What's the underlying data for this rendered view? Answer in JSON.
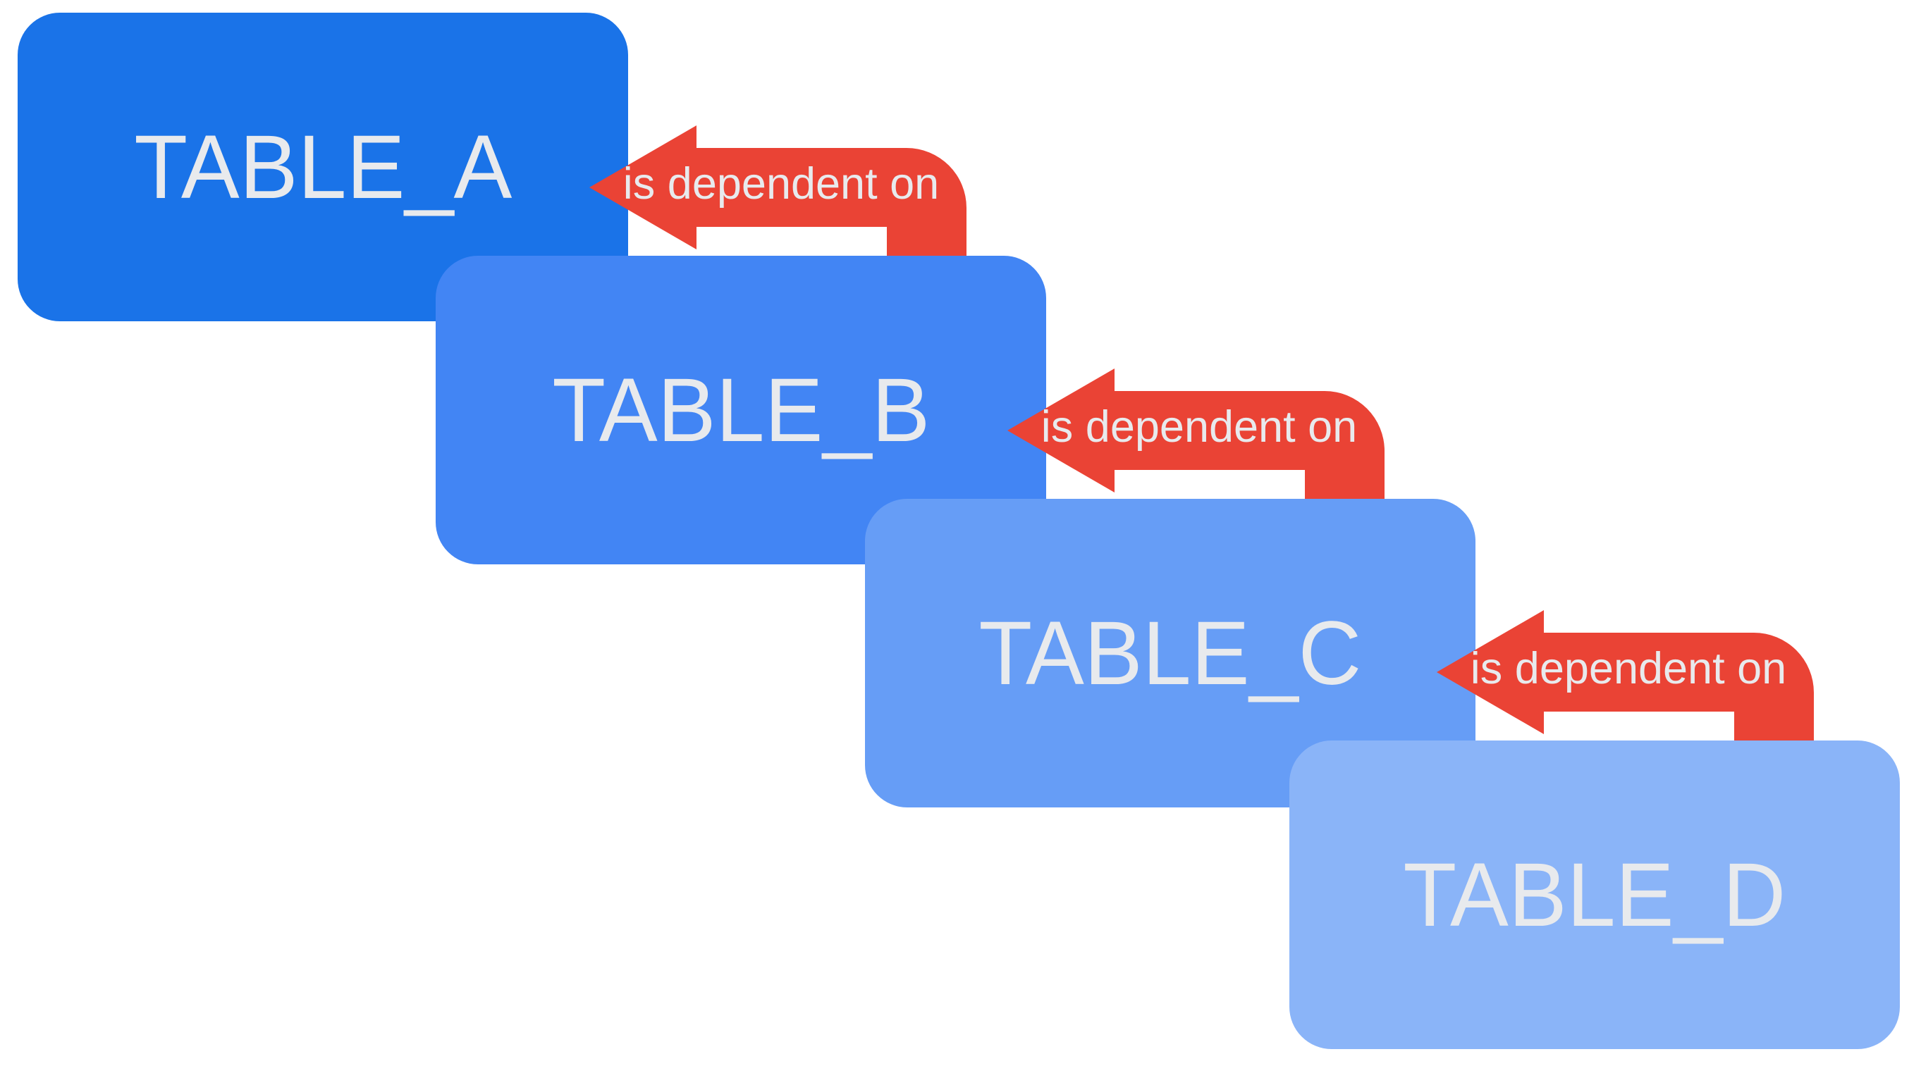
{
  "diagram": {
    "background_color": "#ffffff",
    "text_color": "#e8eaed",
    "arrow_color": "#ea4335",
    "tables": [
      {
        "id": "table-a",
        "label": "TABLE_A",
        "color": "#1a73e8"
      },
      {
        "id": "table-b",
        "label": "TABLE_B",
        "color": "#4285f4"
      },
      {
        "id": "table-c",
        "label": "TABLE_C",
        "color": "#669df6"
      },
      {
        "id": "table-d",
        "label": "TABLE_D",
        "color": "#8ab4f8"
      }
    ],
    "arrows": [
      {
        "label": "is dependent on",
        "from": "TABLE_B",
        "to": "TABLE_A"
      },
      {
        "label": "is dependent on",
        "from": "TABLE_C",
        "to": "TABLE_B"
      },
      {
        "label": "is dependent on",
        "from": "TABLE_D",
        "to": "TABLE_C"
      }
    ]
  }
}
